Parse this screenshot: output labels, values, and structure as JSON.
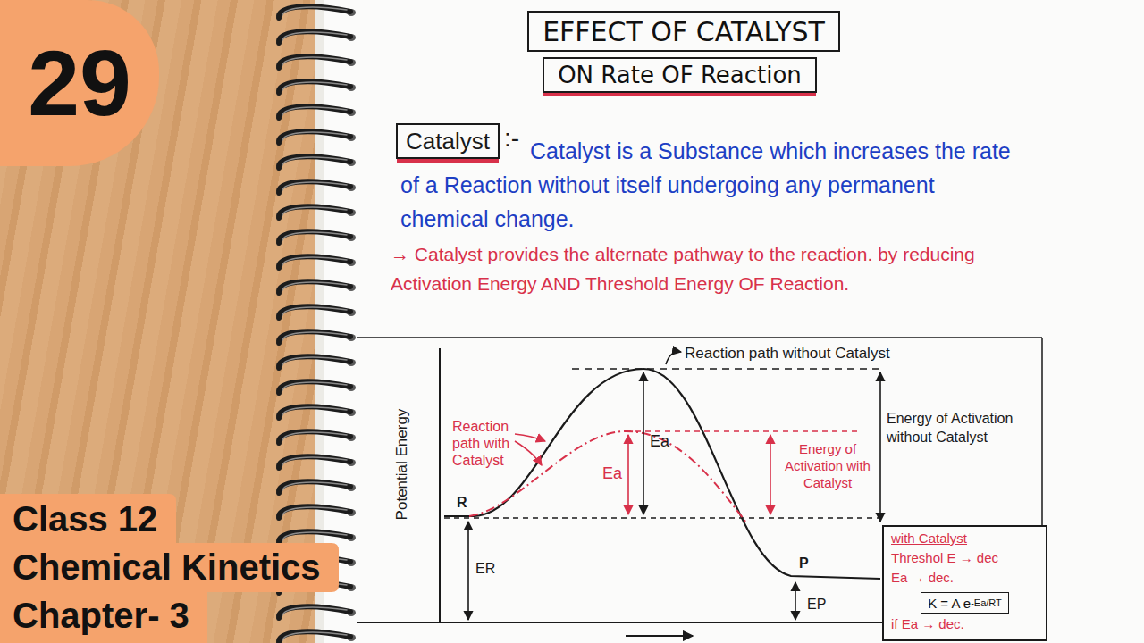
{
  "diagram": {
    "nodes": [
      {
        "text": [
          "29"
        ]
      },
      {
        "text": [
          "EFFECT OF CATALYST"
        ]
      },
      {
        "text": [
          "ON Rate OF Reaction"
        ]
      },
      {
        "text": [
          "Catalyst"
        ]
      },
      {
        "text": [
          "with Catalyst",
          "Threshol E → dec",
          "Ea → dec.",
          "if Ea → dec."
        ]
      },
      {
        "text": [
          "K = A e",
          "-Ea/RT"
        ],
        "in": 4
      },
      {
        "text": [
          "Class 12",
          "Chemical Kinetics",
          "Chapter- 3"
        ]
      }
    ],
    "labels": [
      ":-",
      "Catalyst is a Substance which increases the rate of a Reaction without itself undergoing any permanent chemical change.",
      "→ Catalyst provides the alternate pathway to the reaction. by reducing Activation Energy AND Threshold Energy OF Reaction.",
      "Reaction path without Catalyst",
      "Ea",
      "Reaction path with Catalyst",
      "Ea",
      "Energy of Activation with Catalyst",
      "Energy of Activation without Catalyst",
      "Potential Energy",
      "R",
      "ER",
      "P",
      "EP"
    ]
  }
}
